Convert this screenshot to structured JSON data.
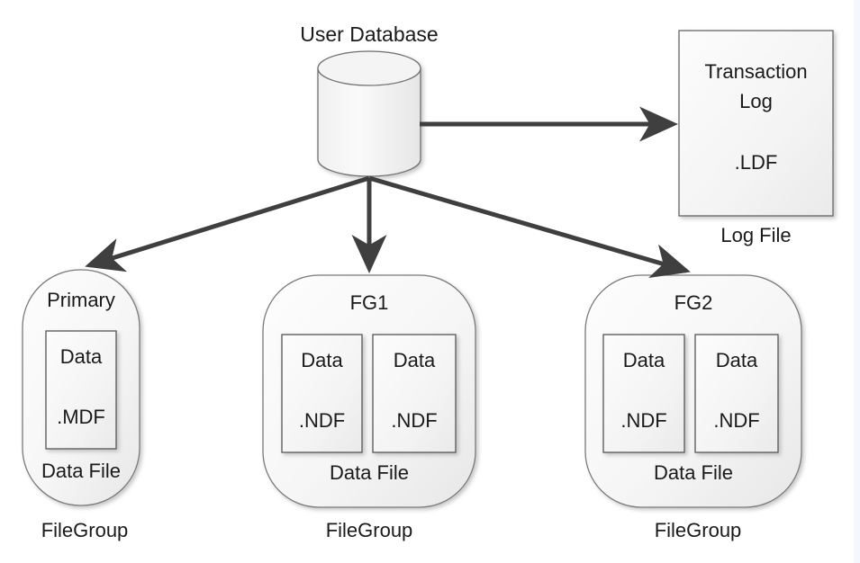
{
  "diagram": {
    "title_label": "User Database",
    "colors": {
      "shape_fill_light": "#fbfbfb",
      "shape_fill_dark": "#ececec",
      "shape_stroke": "#7a7a7a",
      "inner_stroke": "#555555",
      "arrow": "#3f3f3f",
      "text": "#1a1a1a",
      "background": "#ffffff",
      "edge_strip": "#f4f7fb"
    },
    "database": {
      "name": "user-database-cylinder",
      "label": "User Database"
    },
    "transaction_log": {
      "name": "transaction-log-box",
      "line1": "Transaction",
      "line2": "Log",
      "extension": ".LDF",
      "caption": "Log File"
    },
    "filegroups": [
      {
        "id": "primary",
        "title": "Primary",
        "inner_label": "Data File",
        "caption": "FileGroup",
        "files": [
          {
            "label": "Data",
            "extension": ".MDF"
          }
        ]
      },
      {
        "id": "fg1",
        "title": "FG1",
        "inner_label": "Data File",
        "caption": "FileGroup",
        "files": [
          {
            "label": "Data",
            "extension": ".NDF"
          },
          {
            "label": "Data",
            "extension": ".NDF"
          }
        ]
      },
      {
        "id": "fg2",
        "title": "FG2",
        "inner_label": "Data File",
        "caption": "FileGroup",
        "files": [
          {
            "label": "Data",
            "extension": ".NDF"
          },
          {
            "label": "Data",
            "extension": ".NDF"
          }
        ]
      }
    ],
    "connections": [
      {
        "name": "db-to-transaction-log",
        "from": "user-database",
        "to": "transaction-log"
      },
      {
        "name": "db-to-primary",
        "from": "user-database",
        "to": "primary"
      },
      {
        "name": "db-to-fg1",
        "from": "user-database",
        "to": "fg1"
      },
      {
        "name": "db-to-fg2",
        "from": "user-database",
        "to": "fg2"
      }
    ]
  }
}
